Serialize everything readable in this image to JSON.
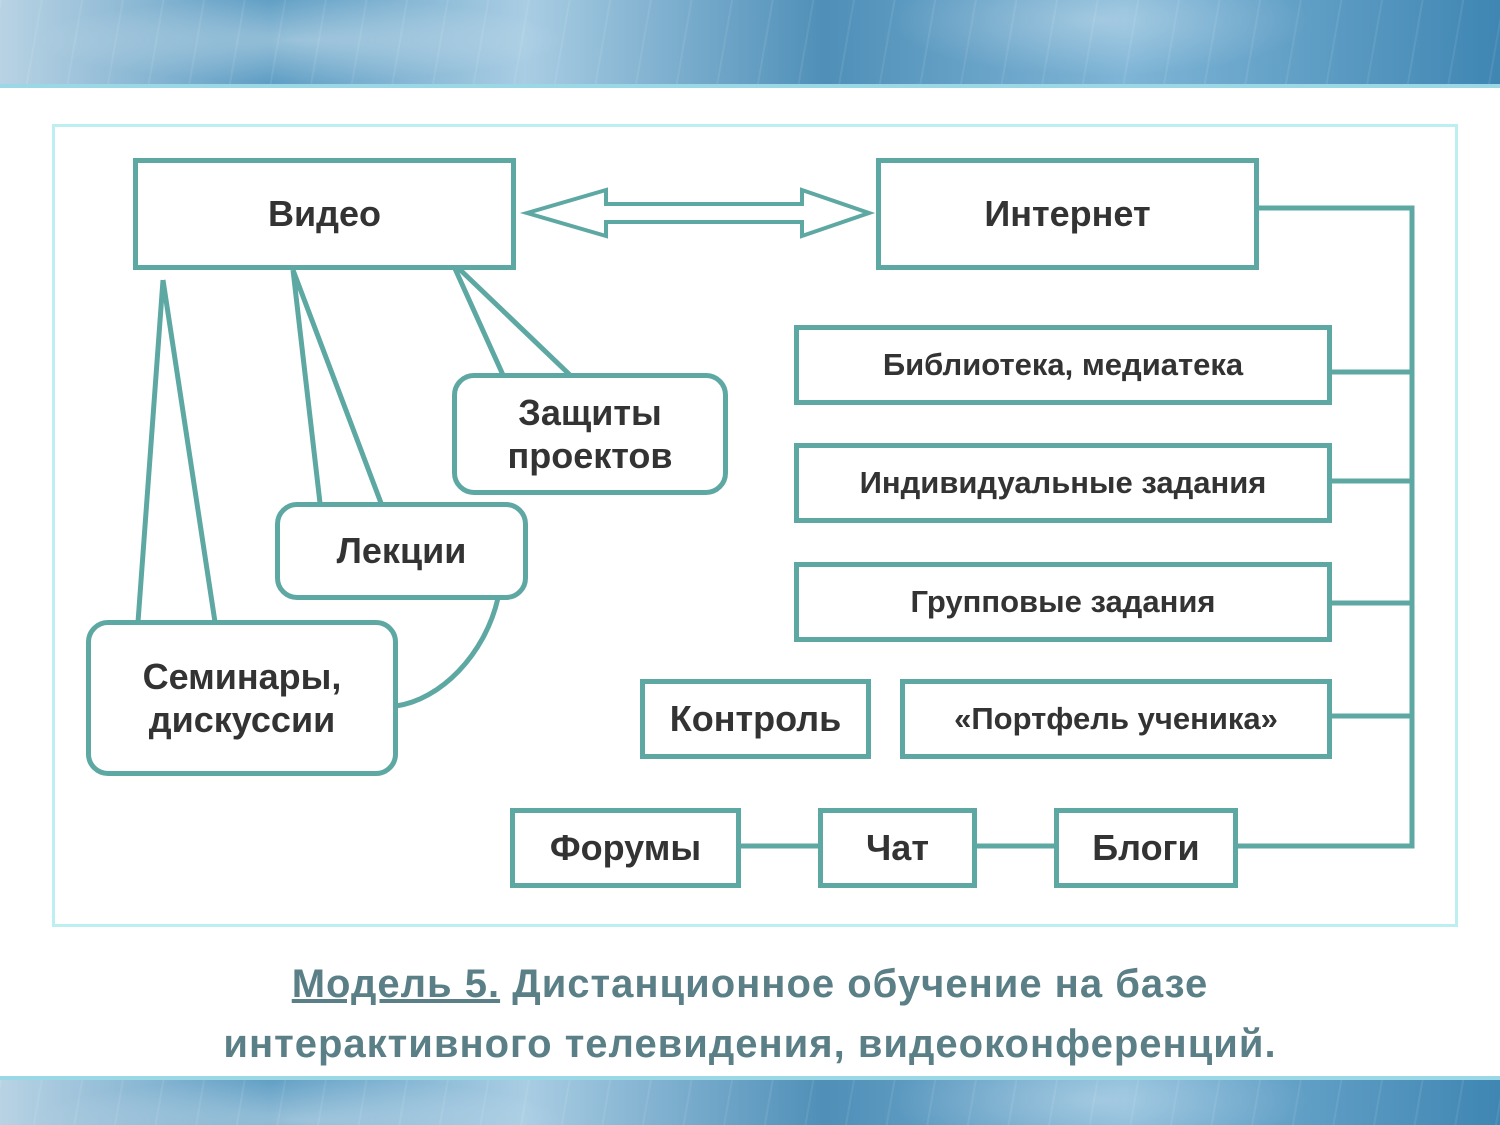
{
  "diagram": {
    "video": "Видео",
    "internet": "Интернет",
    "video_branches": {
      "defense": "Защиты проектов",
      "lectures": "Лекции",
      "seminars": "Семинары, дискуссии"
    },
    "internet_branches": {
      "library": "Библиотека, медиатека",
      "individual": "Индивидуальные задания",
      "group": "Групповые задания",
      "control": "Контроль",
      "portfolio": "«Портфель ученика»",
      "forums": "Форумы",
      "chat": "Чат",
      "blogs": "Блоги"
    }
  },
  "caption": {
    "lead": "Модель 5.",
    "text": " Дистанционное обучение на базе",
    "line2": "интерактивного телевидения, видеоконференций."
  },
  "colors": {
    "stroke": "#5ea8a3",
    "text": "#333333",
    "caption": "#5b7f86",
    "frame": "#bdeef0"
  }
}
